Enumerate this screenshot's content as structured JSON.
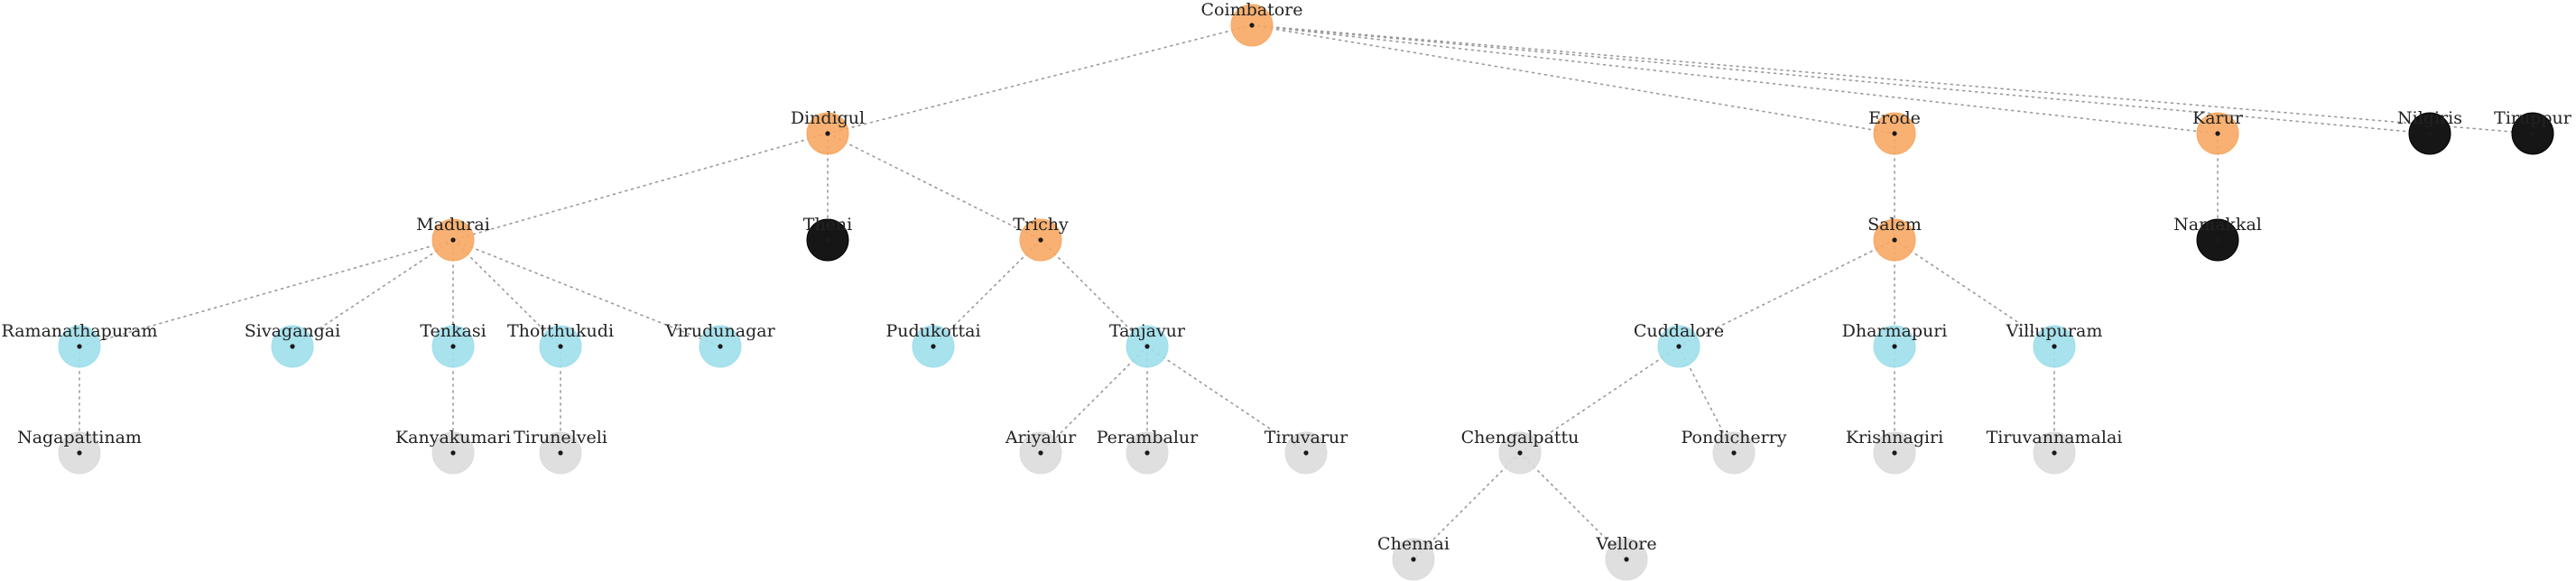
{
  "colors": {
    "orange": "#f7a863",
    "cyan": "#9fdfeb",
    "gray": "#dcdcdc",
    "black": "#161616",
    "edge": "#9a9a9a"
  },
  "diagram": {
    "type": "tree",
    "nodes": [
      {
        "id": "coimbatore",
        "label": "Coimbatore",
        "color": "orange",
        "level": 0,
        "parent": null
      },
      {
        "id": "dindigul",
        "label": "Dindigul",
        "color": "orange",
        "level": 1,
        "parent": "coimbatore"
      },
      {
        "id": "erode",
        "label": "Erode",
        "color": "orange",
        "level": 1,
        "parent": "coimbatore"
      },
      {
        "id": "karur",
        "label": "Karur",
        "color": "orange",
        "level": 1,
        "parent": "coimbatore"
      },
      {
        "id": "nilgiris",
        "label": "Nilgiris",
        "color": "black",
        "level": 1,
        "parent": "coimbatore"
      },
      {
        "id": "tiruppur",
        "label": "Tiruppur",
        "color": "black",
        "level": 1,
        "parent": "coimbatore"
      },
      {
        "id": "madurai",
        "label": "Madurai",
        "color": "orange",
        "level": 2,
        "parent": "dindigul"
      },
      {
        "id": "theni",
        "label": "Theni",
        "color": "black",
        "level": 2,
        "parent": "dindigul"
      },
      {
        "id": "trichy",
        "label": "Trichy",
        "color": "orange",
        "level": 2,
        "parent": "dindigul"
      },
      {
        "id": "salem",
        "label": "Salem",
        "color": "orange",
        "level": 2,
        "parent": "erode"
      },
      {
        "id": "namakkal",
        "label": "Namakkal",
        "color": "black",
        "level": 2,
        "parent": "karur"
      },
      {
        "id": "ramanathapuram",
        "label": "Ramanathapuram",
        "color": "cyan",
        "level": 3,
        "parent": "madurai"
      },
      {
        "id": "sivagangai",
        "label": "Sivagangai",
        "color": "cyan",
        "level": 3,
        "parent": "madurai"
      },
      {
        "id": "tenkasi",
        "label": "Tenkasi",
        "color": "cyan",
        "level": 3,
        "parent": "madurai"
      },
      {
        "id": "thothukudi",
        "label": "Thotthukudi",
        "color": "cyan",
        "level": 3,
        "parent": "madurai"
      },
      {
        "id": "virudunagar",
        "label": "Virudunagar",
        "color": "cyan",
        "level": 3,
        "parent": "madurai"
      },
      {
        "id": "pudukottai",
        "label": "Pudukottai",
        "color": "cyan",
        "level": 3,
        "parent": "trichy"
      },
      {
        "id": "tanjavur",
        "label": "Tanjavur",
        "color": "cyan",
        "level": 3,
        "parent": "trichy"
      },
      {
        "id": "cuddalore",
        "label": "Cuddalore",
        "color": "cyan",
        "level": 3,
        "parent": "salem"
      },
      {
        "id": "dharmapuri",
        "label": "Dharmapuri",
        "color": "cyan",
        "level": 3,
        "parent": "salem"
      },
      {
        "id": "villupuram",
        "label": "Villupuram",
        "color": "cyan",
        "level": 3,
        "parent": "salem"
      },
      {
        "id": "nagapattinam",
        "label": "Nagapattinam",
        "color": "gray",
        "level": 4,
        "parent": "ramanathapuram"
      },
      {
        "id": "kanyakumari",
        "label": "Kanyakumari",
        "color": "gray",
        "level": 4,
        "parent": "tenkasi"
      },
      {
        "id": "tirunelveli",
        "label": "Tirunelveli",
        "color": "gray",
        "level": 4,
        "parent": "thothukudi"
      },
      {
        "id": "ariyalur",
        "label": "Ariyalur",
        "color": "gray",
        "level": 4,
        "parent": "tanjavur"
      },
      {
        "id": "perambalur",
        "label": "Perambalur",
        "color": "gray",
        "level": 4,
        "parent": "tanjavur"
      },
      {
        "id": "tiruvarur",
        "label": "Tiruvarur",
        "color": "gray",
        "level": 4,
        "parent": "tanjavur"
      },
      {
        "id": "chengalpattu",
        "label": "Chengalpattu",
        "color": "gray",
        "level": 4,
        "parent": "cuddalore"
      },
      {
        "id": "pondicherry",
        "label": "Pondicherry",
        "color": "gray",
        "level": 4,
        "parent": "cuddalore"
      },
      {
        "id": "krishnagiri",
        "label": "Krishnagiri",
        "color": "gray",
        "level": 4,
        "parent": "dharmapuri"
      },
      {
        "id": "tiruvannamalai",
        "label": "Tiruvannamalai",
        "color": "gray",
        "level": 4,
        "parent": "villupuram"
      },
      {
        "id": "chennai",
        "label": "Chennai",
        "color": "gray",
        "level": 5,
        "parent": "chengalpattu"
      },
      {
        "id": "vellore",
        "label": "Vellore",
        "color": "gray",
        "level": 5,
        "parent": "chengalpattu"
      }
    ]
  }
}
